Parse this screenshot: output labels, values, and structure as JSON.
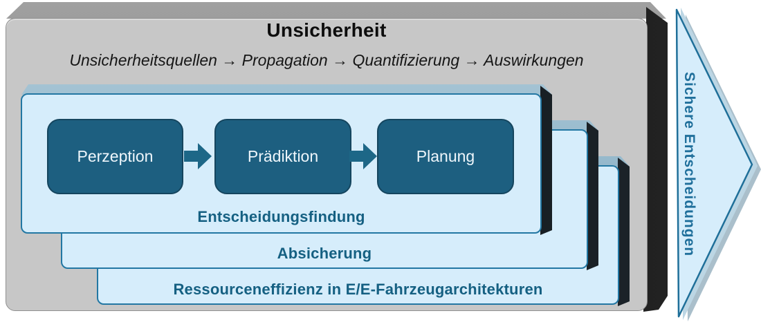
{
  "header": {
    "title": "Unsicherheit",
    "subtitle": "Unsicherheitsquellen → Propagation → Quantifizierung → Auswirkungen"
  },
  "process": {
    "steps": [
      "Perzeption",
      "Prädiktion",
      "Planung"
    ]
  },
  "layers": [
    {
      "label": "Entscheidungsfindung"
    },
    {
      "label": "Absicherung"
    },
    {
      "label": "Ressourceneffizienz in E/E-Fahrzeugarchitekturen"
    }
  ],
  "side_arrow": {
    "label": "Sichere Entscheidungen"
  },
  "icons": {
    "flow_arrow": "block-arrow-right-icon",
    "side_arrow": "big-arrow-right-icon"
  },
  "colors": {
    "outer_face": "#c7c7c7",
    "outer_extrusion": "#111111",
    "layer_face": "#d6edfb",
    "layer_border": "#2277a3",
    "layer_bevel": "#8fb4c8",
    "step_fill": "#1d5f80",
    "step_text": "#eef6fb",
    "label_text": "#156082",
    "flow_arrow": "#1d6787",
    "side_arrow_fill": "#d6edfb",
    "side_arrow_border": "#1f6f99",
    "side_arrow_back": "#aabfcb"
  }
}
